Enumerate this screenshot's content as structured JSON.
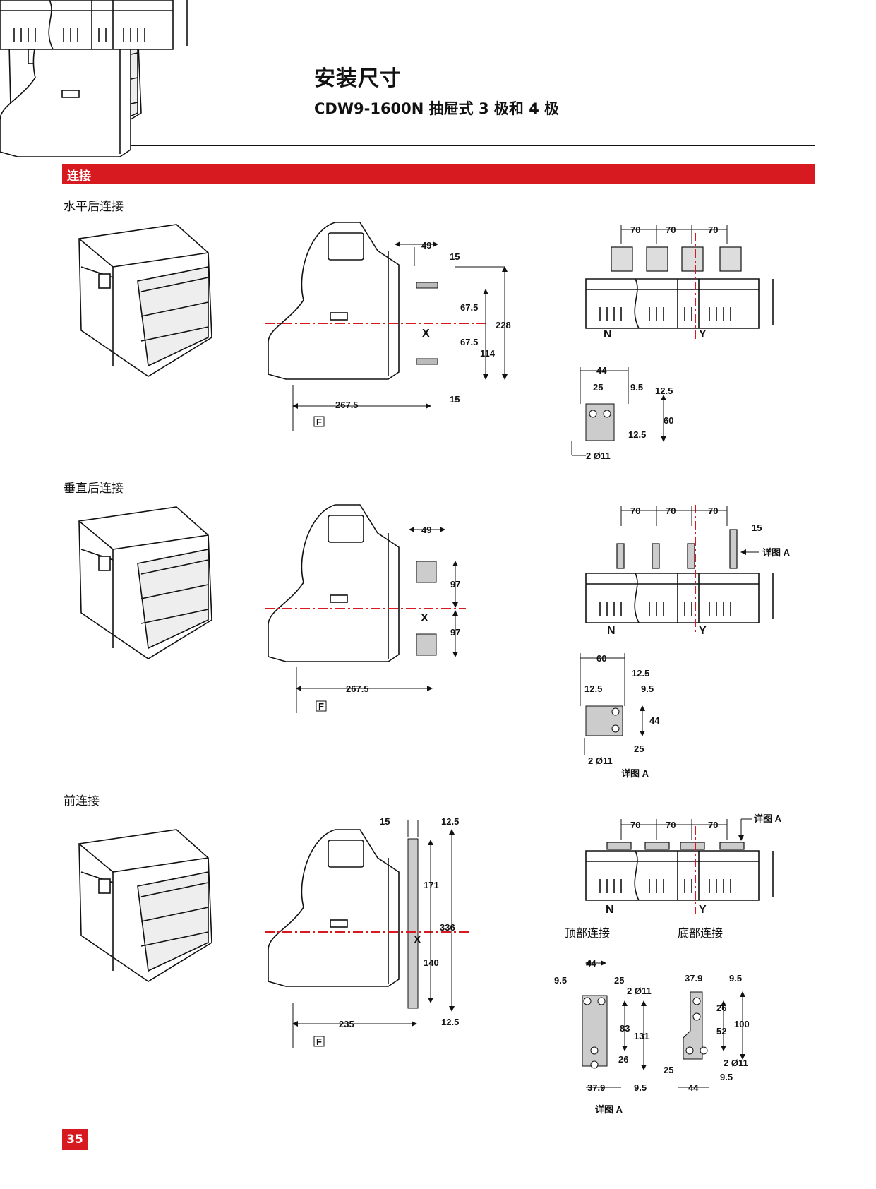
{
  "header": {
    "title": "安装尺寸",
    "subtitle": "CDW9-1600N 抽屉式 3 极和 4 极"
  },
  "section_bar": "连接",
  "sections": [
    {
      "label": "水平后连接",
      "side_dims": [
        "49",
        "15",
        "67.5",
        "67.5",
        "228",
        "114",
        "15",
        "267.5"
      ],
      "side_axis": "X",
      "side_ref": "F",
      "top_dims": [
        "70",
        "70",
        "70"
      ],
      "top_labels": [
        "N",
        "Y"
      ],
      "detail_dims": [
        "44",
        "25",
        "9.5",
        "12.5",
        "60",
        "12.5",
        "2 Ø11"
      ]
    },
    {
      "label": "垂直后连接",
      "side_dims": [
        "49",
        "97",
        "97",
        "267.5"
      ],
      "side_axis": "X",
      "side_ref": "F",
      "top_dims": [
        "70",
        "70",
        "70",
        "15"
      ],
      "top_detail_ref": "详图 A",
      "top_labels": [
        "N",
        "Y"
      ],
      "detail_dims": [
        "60",
        "12.5",
        "12.5",
        "9.5",
        "44",
        "25",
        "2 Ø11"
      ],
      "detail_caption": "详图 A"
    },
    {
      "label": "前连接",
      "side_dims": [
        "15",
        "12.5",
        "171",
        "336",
        "140",
        "12.5",
        "235"
      ],
      "side_axis": "X",
      "side_ref": "F",
      "top_dims": [
        "70",
        "70",
        "70"
      ],
      "top_detail_ref": "详图 A",
      "top_labels": [
        "N",
        "Y"
      ],
      "sub_labels": [
        "顶部连接",
        "底部连接"
      ],
      "detail_top_dims": [
        "44",
        "9.5",
        "25",
        "2 Ø11",
        "83",
        "131",
        "26",
        "37.9",
        "9.5"
      ],
      "detail_bottom_dims": [
        "37.9",
        "9.5",
        "26",
        "52",
        "100",
        "25",
        "2 Ø11",
        "44",
        "9.5"
      ],
      "detail_caption": "详图 A"
    }
  ],
  "page_number": "35",
  "colors": {
    "accent": "#d71920"
  }
}
